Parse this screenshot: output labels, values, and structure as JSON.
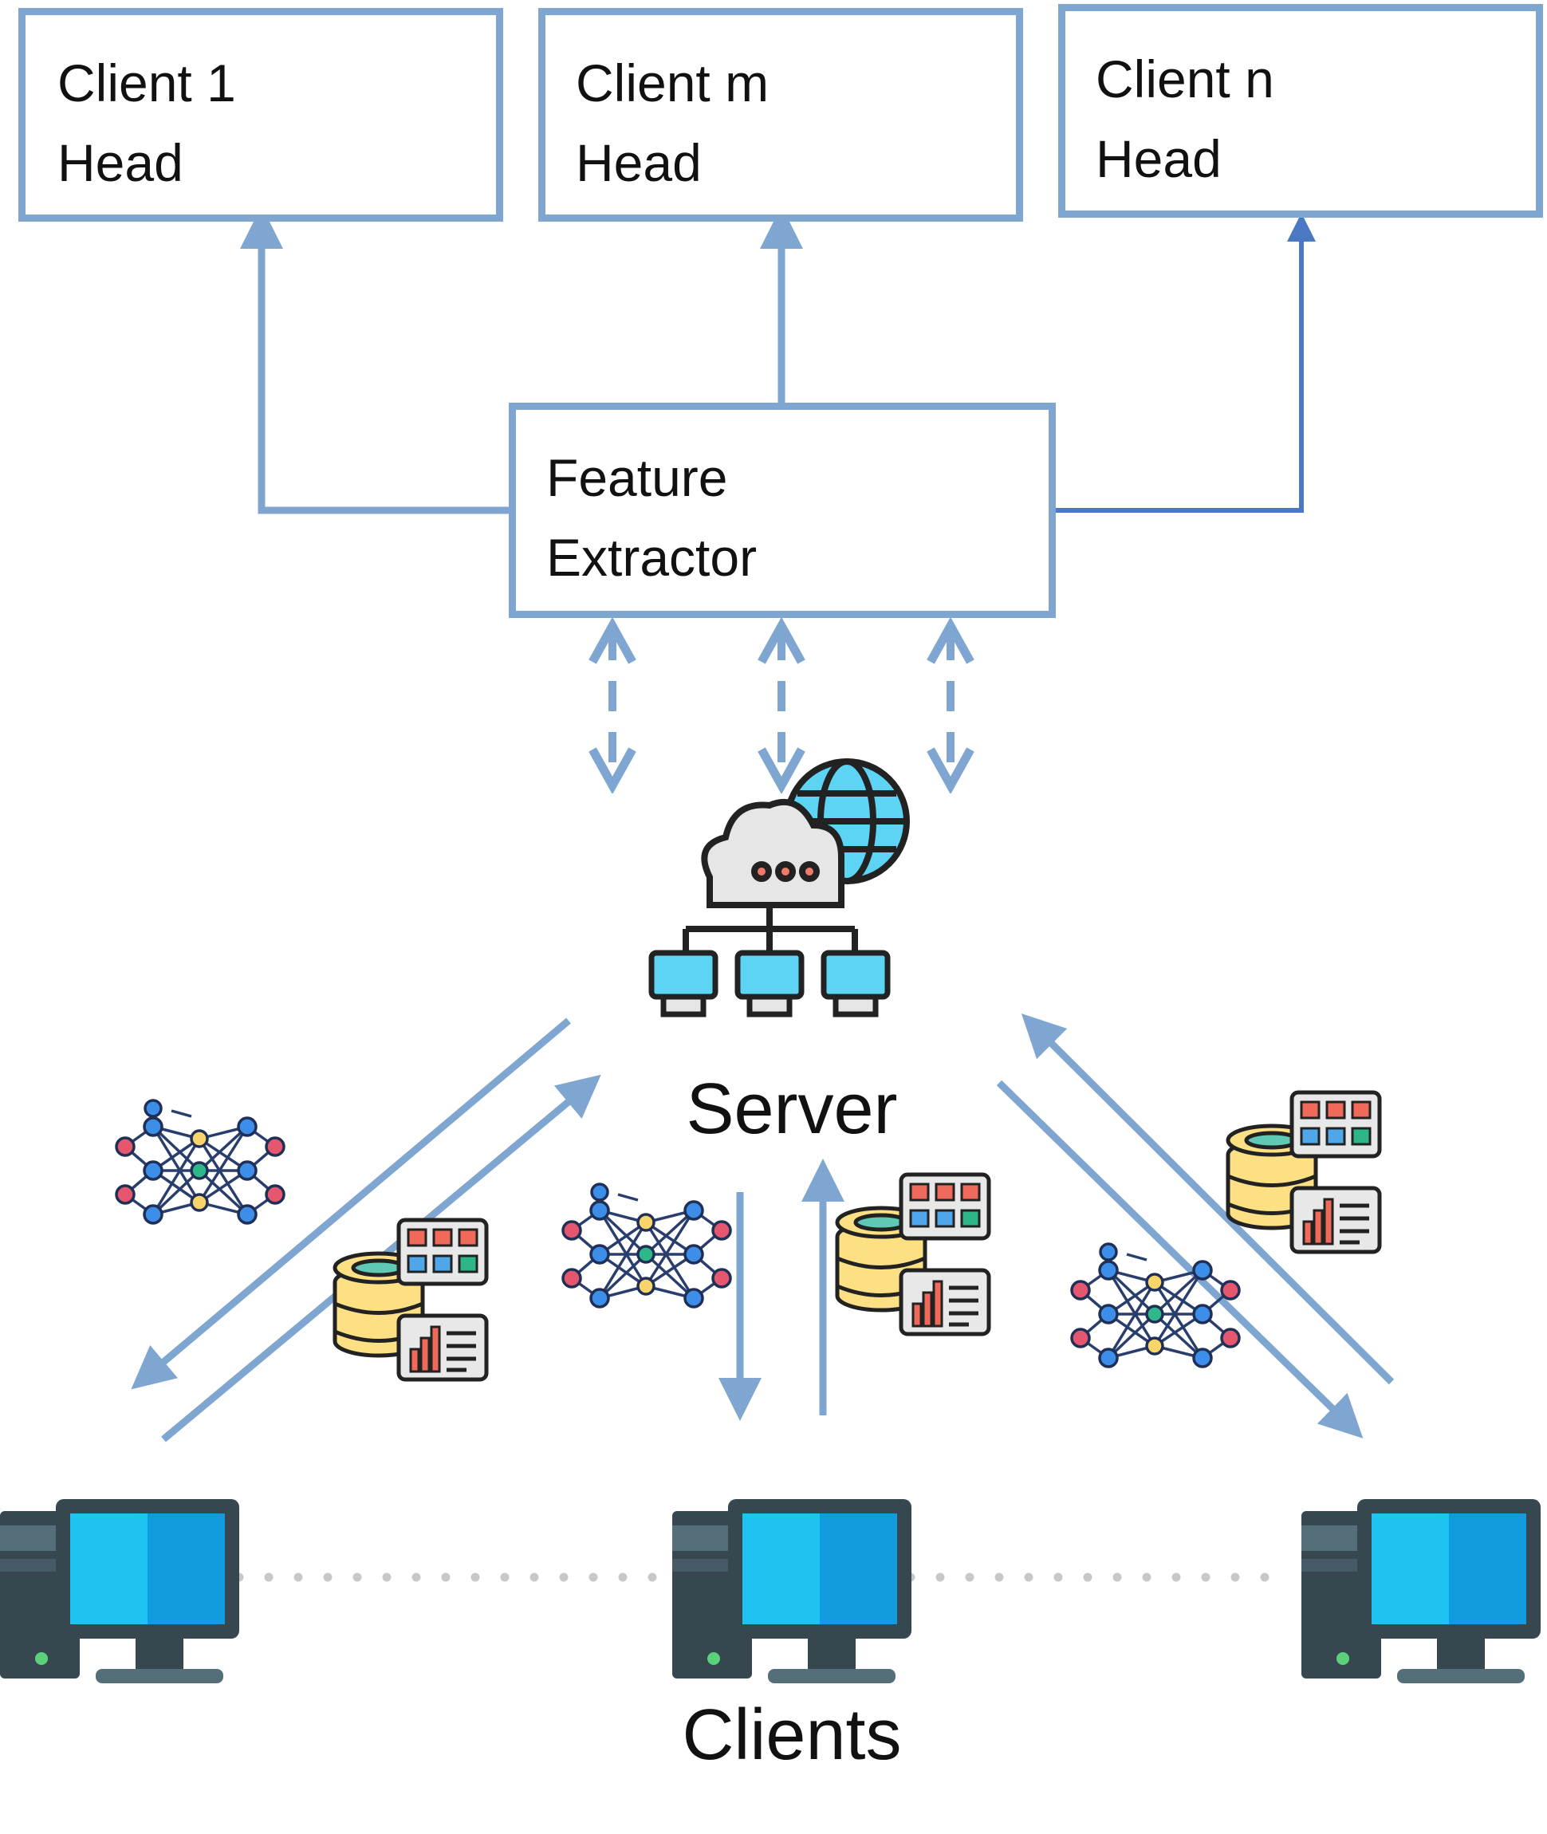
{
  "heads": [
    {
      "line1": "Client 1",
      "line2": "Head"
    },
    {
      "line1": "Client m",
      "line2": "Head"
    },
    {
      "line1": "Client n",
      "line2": "Head"
    }
  ],
  "feature_extractor": {
    "line1": "Feature",
    "line2": "Extractor"
  },
  "server_label": "Server",
  "clients_label": "Clients",
  "colors": {
    "arrow": "#7ea6d1",
    "arrow_dark": "#4a78c4",
    "box_border": "#7ea6d1"
  }
}
